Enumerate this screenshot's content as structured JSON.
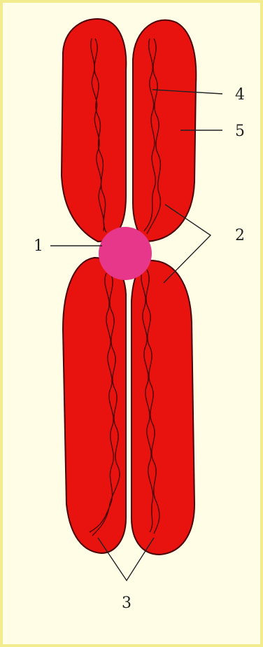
{
  "diagram": {
    "labels": [
      "1",
      "2",
      "3",
      "4",
      "5"
    ],
    "colors": {
      "background": "#fffde6",
      "border": "#f3ec8f",
      "chromatid_fill": "#e8130f",
      "outline": "#4a0000",
      "centromere": "#e6378a",
      "leader_line": "#222222"
    }
  }
}
